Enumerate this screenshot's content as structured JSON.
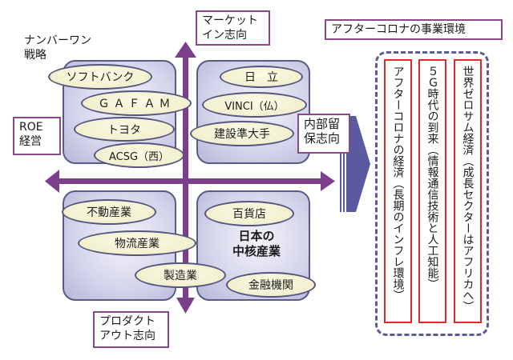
{
  "diagram": {
    "top_left_label": "ナンバーワン\n戦略",
    "axes": {
      "top": "マーケット\nイン志向",
      "left": "ROE\n経営",
      "right": "内部留\n保志向",
      "bottom": "プロダクト\nアウト志向"
    },
    "quadrants": {
      "top_left": {
        "items": [
          "ソフトバンク",
          "ＧＡＦＡＭ",
          "トヨタ",
          "ACSG（西）"
        ]
      },
      "top_right": {
        "items": [
          "日　立",
          "VINCI（仏）",
          "建設準大手"
        ]
      },
      "bottom_left": {
        "items": [
          "不動産業",
          "物流産業",
          "製造業"
        ]
      },
      "bottom_right": {
        "items": [
          "百貨店",
          "金融機関"
        ],
        "center_label": "日本の\n中核産業"
      }
    },
    "colors": {
      "axis_arrow": "#7b3f8c",
      "transition_arrow": "#5a5aa0",
      "dashed_border": "#5b5b96",
      "column_border": "#e02828",
      "label_border": "#8a4a8a"
    }
  },
  "environment": {
    "title": "アフターコロナの事業環境",
    "columns": [
      "アフターコロナの経済（長期のインフレ環境）",
      "５Ｇ時代の到来（情報通信技術と人工知能）",
      "世界ゼロサム経済（成長セクターはアフリカへ）"
    ]
  }
}
